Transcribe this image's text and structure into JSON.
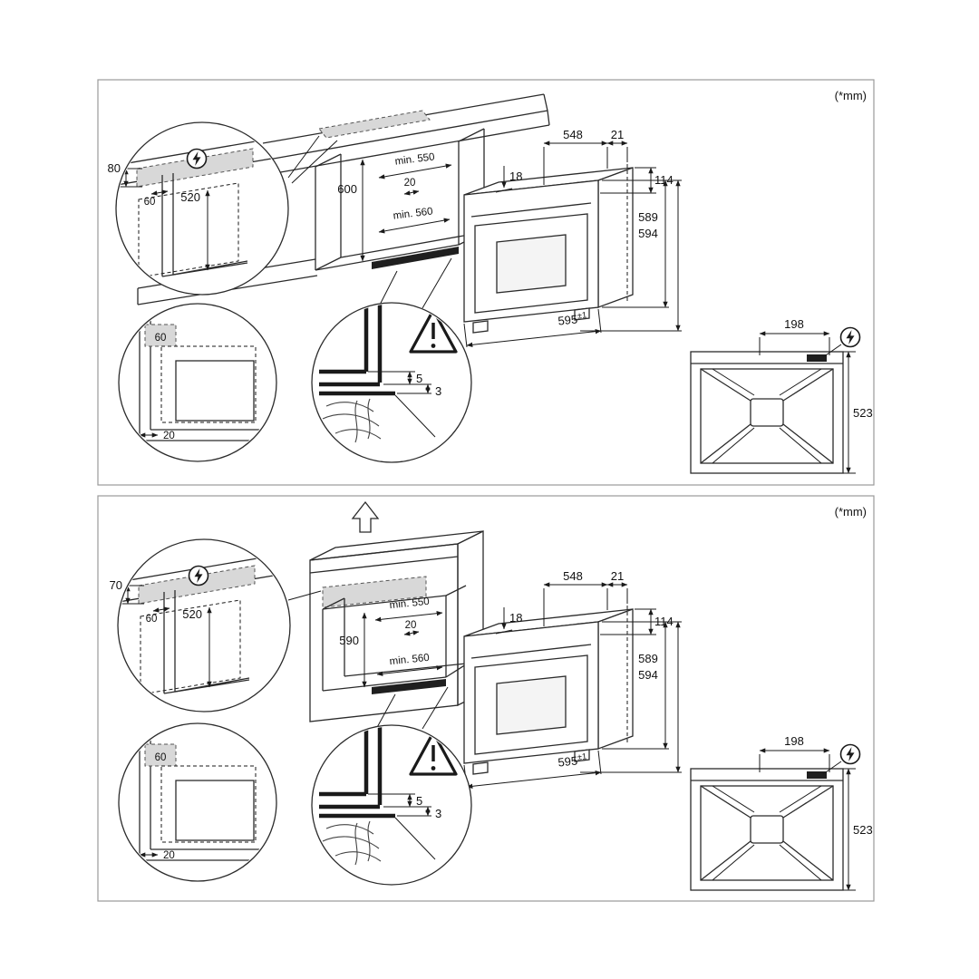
{
  "units_label": "(*mm)",
  "shared": {
    "oven": {
      "depth": "548",
      "back_gap": "21",
      "top_inset": "18",
      "panel_height": "114",
      "height_body": "589",
      "height_total": "594",
      "front_width": "595",
      "front_width_tol": "±1"
    },
    "wall_detail": {
      "side_offset": "60",
      "recess_depth": "520"
    },
    "corner_detail": {
      "corner_zone": "60",
      "edge_gap": "20"
    },
    "floor_detail": {
      "gap_upper": "5",
      "gap_lower": "3"
    },
    "rear_view": {
      "terminal_offset": "198",
      "rear_height": "523"
    }
  },
  "panel_top": {
    "units_label": "(*mm)",
    "wall_detail_height": "80",
    "cabinet": {
      "min_width": "min. 550",
      "rear_gap": "20",
      "min_depth": "min. 560",
      "niche_height": "600"
    }
  },
  "panel_bottom": {
    "units_label": "(*mm)",
    "wall_detail_height": "70",
    "cabinet": {
      "min_width": "min. 550",
      "rear_gap": "20",
      "min_depth": "min. 560",
      "niche_height": "590"
    }
  }
}
